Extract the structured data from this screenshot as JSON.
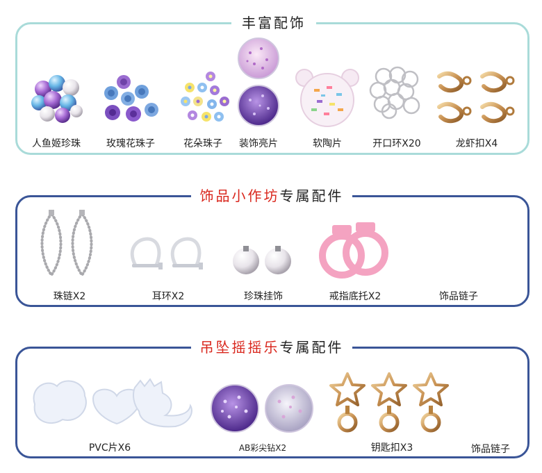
{
  "sections": [
    {
      "title": "丰富配饰",
      "items": [
        {
          "label": "人鱼姬珍珠",
          "icon": "pearl-cluster-icon"
        },
        {
          "label": "玫瑰花珠子",
          "icon": "rose-beads-icon"
        },
        {
          "label": "花朵珠子",
          "icon": "flower-beads-icon"
        },
        {
          "label": "装饰亮片",
          "icon": "sequin-jars-icon"
        },
        {
          "label": "软陶片",
          "icon": "polymer-clay-jar-icon"
        },
        {
          "label": "开口环X20",
          "icon": "jump-rings-icon"
        },
        {
          "label": "龙虾扣X4",
          "icon": "lobster-clasp-icon"
        }
      ]
    },
    {
      "title_highlight": "饰品小作坊",
      "title_rest": "专属配件",
      "items": [
        {
          "label": "珠链X2",
          "icon": "ball-chain-icon"
        },
        {
          "label": "耳环X2",
          "icon": "ear-clip-icon"
        },
        {
          "label": "珍珠挂饰",
          "icon": "pearl-charm-icon"
        },
        {
          "label": "戒指底托X2",
          "icon": "ring-base-icon"
        },
        {
          "label": "饰品链子",
          "icon": "gold-chain-icon"
        }
      ]
    },
    {
      "title_highlight": "吊坠摇摇乐",
      "title_rest": "专属配件",
      "items": [
        {
          "label": "PVC片X6",
          "icon": "pvc-shapes-icon"
        },
        {
          "label": "AB彩尖钻X2",
          "icon": "rhinestone-jars-icon"
        },
        {
          "label": "钥匙扣X3",
          "icon": "star-keychain-icon"
        },
        {
          "label": "饰品链子",
          "icon": "gold-chain-icon"
        }
      ]
    }
  ],
  "colors": {
    "panel1_border": "#a9dbd9",
    "panel23_border": "#3a5597",
    "highlight_text": "#d9261c"
  }
}
